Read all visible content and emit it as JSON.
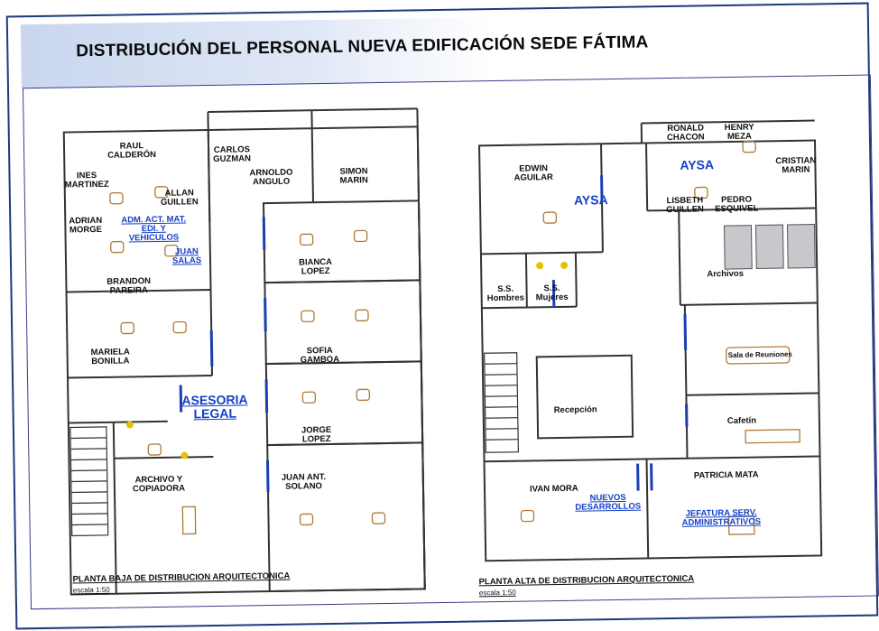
{
  "title": "DISTRIBUCIÓN DEL PERSONAL NUEVA EDIFICACIÓN SEDE FÁTIMA",
  "ground_floor": {
    "caption": "PLANTA BAJA DE DISTRIBUCION ARQUITECTONICA",
    "scale": "escala 1:50",
    "labels": {
      "raul": "RAUL\nCALDERÓN",
      "ines": "INES\nMARTINEZ",
      "allan": "ALLAN\nGUILLEN",
      "carlos": "CARLOS\nGUZMAN",
      "arnoldo": "ARNOLDO\nANGULO",
      "simon": "SIMON\nMARIN",
      "adrian": "ADRIAN\nMORGE",
      "adm": "ADM. ACT. MAT.\nEDI. Y\nVEHICULOS",
      "juan_salas": "JUAN\nSALAS",
      "brandon": "BRANDON\nPAREIRA",
      "bianca": "BIANCA\nLOPEZ",
      "mariela": "MARIELA\nBONILLA",
      "sofia": "SOFIA\nGAMBOA",
      "asesoria": "ASESORIA\nLEGAL",
      "jorge": "JORGE\nLOPEZ",
      "archivo": "ARCHIVO Y\nCOPIADORA",
      "juan_ant": "JUAN ANT.\nSOLANO"
    }
  },
  "upper_floor": {
    "caption": "PLANTA ALTA DE DISTRIBUCION ARQUITECTONICA",
    "scale": "escala 1:50",
    "labels": {
      "ronald": "RONALD\nCHACON",
      "henry": "HENRY\nMEZA",
      "aysa_top": "AYSA",
      "cristian": "CRISTIAN\nMARIN",
      "edwin": "EDWIN\nAGUILAR",
      "aysa_left": "AYSA",
      "lisbeth": "LISBETH\nGUILLEN",
      "pedro": "PEDRO\nESQUIVEL",
      "archivos": "Archivos",
      "ss_h": "S.S.\nHombres",
      "ss_m": "S.S.\nMujeres",
      "sala": "Sala de Reuniones",
      "recepcion": "Recepción",
      "cafetin": "Cafetín",
      "ivan": "IVAN MORA",
      "nuevos": "NUEVOS\nDESARROLLOS",
      "patricia": "PATRICIA MATA",
      "jefatura": "JEFATURA SERV.\nADMINISTRATIVOS"
    }
  }
}
